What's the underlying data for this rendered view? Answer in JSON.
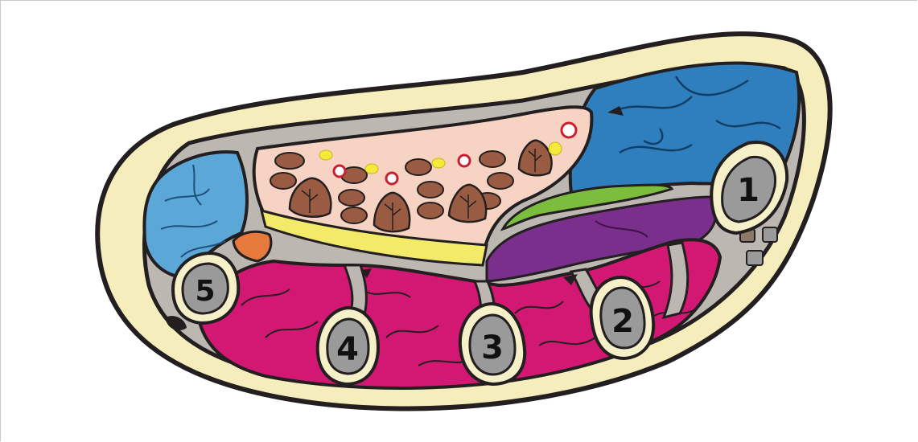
{
  "labels": {
    "bone_1": "1",
    "bone_2": "2",
    "bone_3": "3",
    "bone_4": "4",
    "bone_5": "5"
  },
  "colors": {
    "skin": "#f5eebc",
    "outline": "#231f20",
    "septum": "#bdb7b2",
    "hypothenar": "#5aa7d8",
    "thenar": "#2f7fbf",
    "palmar_space": "#f6d3c3",
    "tendon": "#9a5b43",
    "vessel": "#ffffff",
    "nerve": "#f4ea3a",
    "aponeurosis": "#f4ea6a",
    "interossei": "#d21872",
    "adductor": "#7a2f8d",
    "green_layer": "#7bbd3c",
    "orange_bit": "#e57a3c",
    "bone_cortex": "#f6f0c8",
    "bone_marrow": "#9a9a9a"
  }
}
